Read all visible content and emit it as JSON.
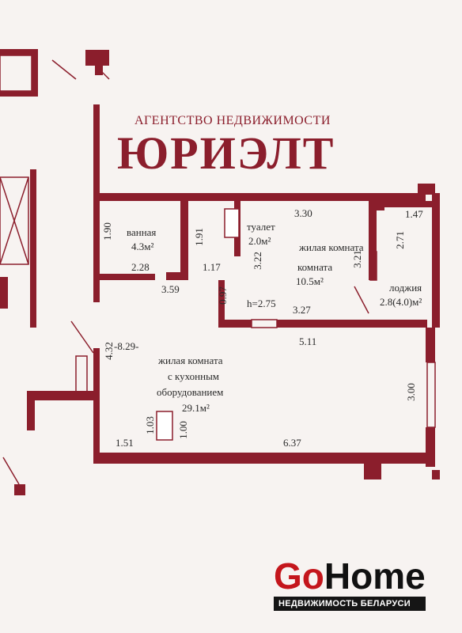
{
  "agency": {
    "subtitle": "АГЕНТСТВО НЕДВИЖИМОСТИ",
    "name": "ЮРИЭЛТ"
  },
  "watermark": {
    "go": "Go",
    "home": "Home",
    "tagline": "НЕДВИЖИМОСТЬ БЕЛАРУСИ"
  },
  "rooms": {
    "bathroom": {
      "name": "ванная",
      "area": "4.3м²"
    },
    "toilet": {
      "name": "туалет",
      "area": "2.0м²"
    },
    "bedroom": {
      "name": "жилая комната",
      "name2": "комната",
      "area": "10.5м²"
    },
    "loggia": {
      "name": "лоджия",
      "area": "2.8(4.0)м²"
    },
    "living": {
      "line1": "жилая комната",
      "line2": "с кухонным",
      "line3": "оборудованием",
      "area": "29.1м²"
    }
  },
  "dims": {
    "d190": "1.90",
    "d228": "2.28",
    "d359": "3.59",
    "d191": "1.91",
    "d117": "1.17",
    "d330": "3.30",
    "d322": "3.22",
    "d321": "3.21",
    "d147": "1.47",
    "d271": "2.71",
    "d097": "0.97",
    "height": "h=2.75",
    "d327": "3.27",
    "d511": "5.11",
    "d432": "4.32",
    "d829": "-8.29-",
    "d300": "3.00",
    "d103": "1.03",
    "d100": "1.00",
    "d151": "1.51",
    "d637": "6.37"
  },
  "colors": {
    "wall": "#8b1e2c",
    "text": "#2a2a2a",
    "brand": "#8b1e2c"
  }
}
